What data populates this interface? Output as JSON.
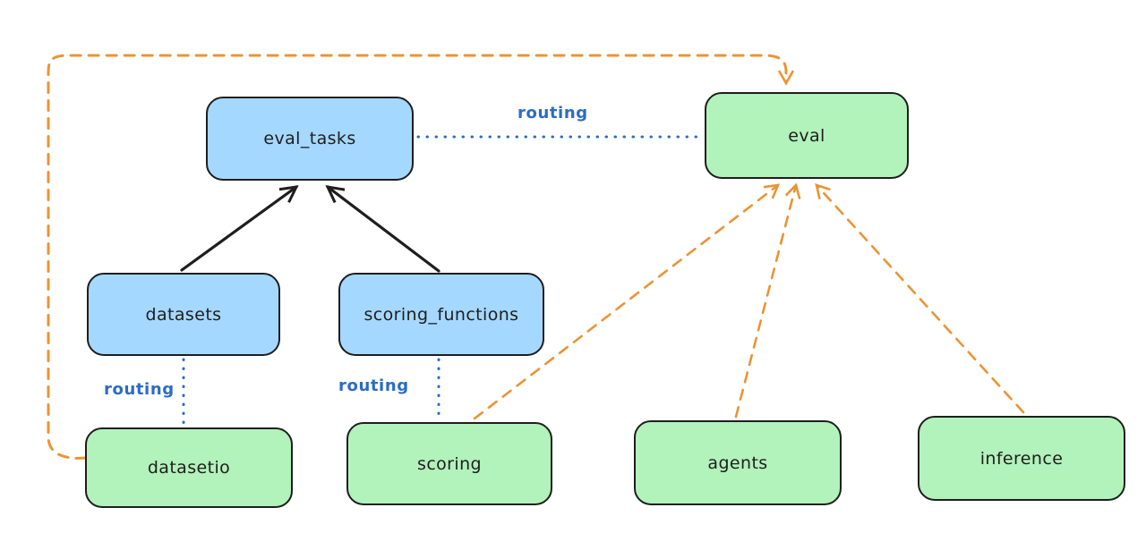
{
  "colors": {
    "ink": "#1e1e1e",
    "blueFill": "#a5d8ff",
    "greenFill": "#b2f2bb",
    "orange": "#ea9435",
    "blueLine": "#2b6cc4",
    "background": "#ffffff"
  },
  "nodes": {
    "eval_tasks": {
      "label": "eval_tasks",
      "color": "#a5d8ff"
    },
    "eval": {
      "label": "eval",
      "color": "#b2f2bb"
    },
    "datasets": {
      "label": "datasets",
      "color": "#a5d8ff"
    },
    "scoring_functions": {
      "label": "scoring_functions",
      "color": "#a5d8ff"
    },
    "datasetio": {
      "label": "datasetio",
      "color": "#b2f2bb"
    },
    "scoring": {
      "label": "scoring",
      "color": "#b2f2bb"
    },
    "agents": {
      "label": "agents",
      "color": "#b2f2bb"
    },
    "inference": {
      "label": "inference",
      "color": "#b2f2bb"
    }
  },
  "edges": [
    {
      "from": "datasets",
      "to": "eval_tasks",
      "style": "solid-arrow"
    },
    {
      "from": "scoring_functions",
      "to": "eval_tasks",
      "style": "solid-arrow"
    },
    {
      "from": "eval_tasks",
      "to": "eval",
      "style": "dotted-line",
      "label": "routing"
    },
    {
      "from": "datasets",
      "to": "datasetio",
      "style": "dotted-line",
      "label": "routing"
    },
    {
      "from": "scoring_functions",
      "to": "scoring",
      "style": "dotted-line",
      "label": "routing"
    },
    {
      "from": "datasetio",
      "to": "eval",
      "style": "dashed-arrow"
    },
    {
      "from": "scoring",
      "to": "eval",
      "style": "dashed-arrow"
    },
    {
      "from": "agents",
      "to": "eval",
      "style": "dashed-arrow"
    },
    {
      "from": "inference",
      "to": "eval",
      "style": "dashed-arrow"
    }
  ]
}
